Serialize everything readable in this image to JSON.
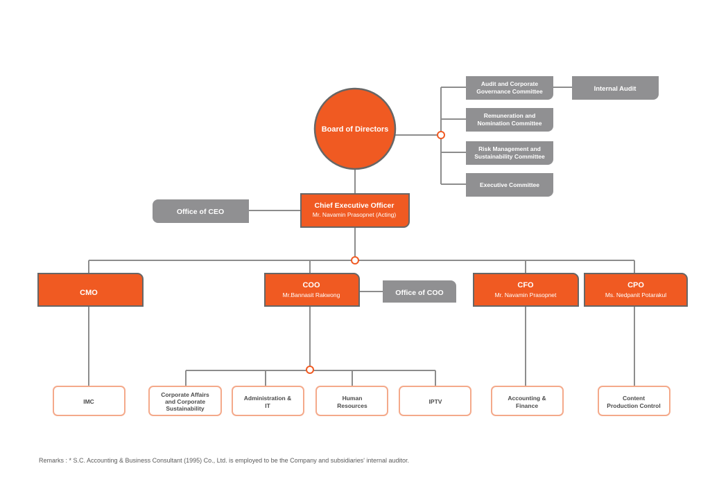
{
  "board": {
    "label": "Board of Directors"
  },
  "committees": [
    {
      "lines": [
        "Audit and Corporate",
        "Governance Committee"
      ]
    },
    {
      "lines": [
        "Remuneration and",
        "Nomination Committee"
      ]
    },
    {
      "lines": [
        "Risk Management and",
        "Sustainability Committee"
      ]
    },
    {
      "lines": [
        "Executive Committee"
      ]
    }
  ],
  "internal_audit": {
    "label": "Internal Audit"
  },
  "ceo": {
    "title": "Chief Executive Officer",
    "name": "Mr. Navamin Prasopnet (Acting)"
  },
  "office_ceo": {
    "label": "Office of CEO"
  },
  "office_coo": {
    "label": "Office of COO"
  },
  "executives": {
    "cmo": {
      "title": "CMO",
      "name": ""
    },
    "coo": {
      "title": "COO",
      "name": "Mr.Bannasit Rakwong"
    },
    "cfo": {
      "title": "CFO",
      "name": "Mr. Navamin Prasopnet"
    },
    "cpo": {
      "title": "CPO",
      "name": "Ms. Nedpanit Potarakul"
    }
  },
  "units": {
    "imc": {
      "lines": [
        "IMC"
      ]
    },
    "corp_affairs": {
      "lines": [
        "Corporate Affairs",
        "and Corporate",
        "Sustainability"
      ]
    },
    "admin_it": {
      "lines": [
        "Administration &",
        "IT"
      ]
    },
    "hr": {
      "lines": [
        "Human",
        "Resources"
      ]
    },
    "iptv": {
      "lines": [
        "IPTV"
      ]
    },
    "accounting": {
      "lines": [
        "Accounting &",
        "Finance"
      ]
    },
    "content": {
      "lines": [
        "Content",
        "Production Control"
      ]
    }
  },
  "remarks": "Remarks : * S.C. Accounting & Business Consultant (1995) Co., Ltd. is employed to be the Company and subsidiaries' internal auditor.",
  "colors": {
    "orange": "#f05a22",
    "gray": "#909092",
    "line": "#8c8c8c",
    "unit_border": "#f4a98a"
  }
}
